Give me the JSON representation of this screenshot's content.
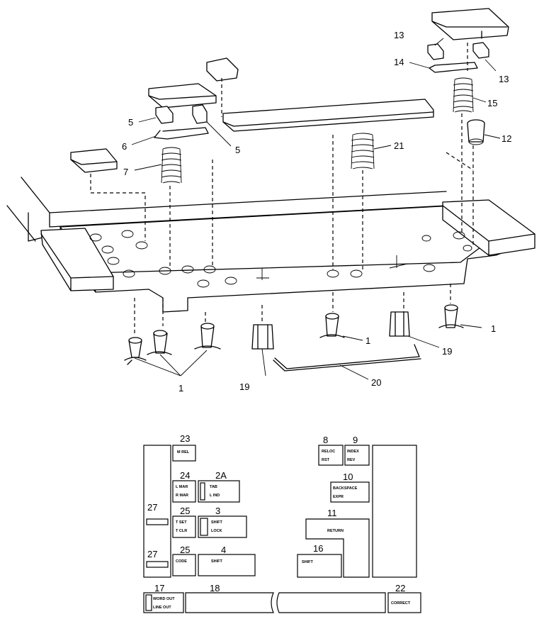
{
  "callouts": [
    {
      "id": "c13a",
      "text": "13"
    },
    {
      "id": "c13b",
      "text": "13"
    },
    {
      "id": "c14",
      "text": "14"
    },
    {
      "id": "c15",
      "text": "15"
    },
    {
      "id": "c12",
      "text": "12"
    },
    {
      "id": "c5a",
      "text": "5"
    },
    {
      "id": "c5b",
      "text": "5"
    },
    {
      "id": "c6",
      "text": "6"
    },
    {
      "id": "c7",
      "text": "7"
    },
    {
      "id": "c21",
      "text": "21"
    },
    {
      "id": "c1a",
      "text": "1"
    },
    {
      "id": "c1b",
      "text": "1"
    },
    {
      "id": "c1c",
      "text": "1"
    },
    {
      "id": "c19a",
      "text": "19"
    },
    {
      "id": "c19b",
      "text": "19"
    },
    {
      "id": "c20",
      "text": "20"
    }
  ],
  "key_legend": {
    "labels": [
      {
        "id": "k23",
        "text": "23"
      },
      {
        "id": "k24",
        "text": "24"
      },
      {
        "id": "k2a",
        "text": "2A"
      },
      {
        "id": "k27a",
        "text": "27"
      },
      {
        "id": "k25a",
        "text": "25"
      },
      {
        "id": "k3",
        "text": "3"
      },
      {
        "id": "k27b",
        "text": "27"
      },
      {
        "id": "k25b",
        "text": "25"
      },
      {
        "id": "k4",
        "text": "4"
      },
      {
        "id": "k8",
        "text": "8"
      },
      {
        "id": "k9",
        "text": "9"
      },
      {
        "id": "k10",
        "text": "10"
      },
      {
        "id": "k11",
        "text": "11"
      },
      {
        "id": "k16",
        "text": "16"
      },
      {
        "id": "k17",
        "text": "17"
      },
      {
        "id": "k18",
        "text": "18"
      },
      {
        "id": "k22",
        "text": "22"
      }
    ],
    "key_texts": {
      "m_rel": "M REL",
      "l_mar": "L MAR",
      "r_mar": "R MAR",
      "tab": "TAB",
      "l_ind": "L IND",
      "t_set": "T SET",
      "t_clr": "T CLR",
      "shift_lock_1": "SHIFT",
      "shift_lock_2": "LOCK",
      "code": "CODE",
      "shift_left": "SHIFT",
      "reloc": "RELOC",
      "rst": "RST",
      "index": "INDEX",
      "rev": "REV",
      "backspace": "BACKSPACE",
      "expr": "EXPR",
      "return": "RETURN",
      "shift_right": "SHIFT",
      "word_out": "WORD OUT",
      "line_out": "LINE OUT",
      "correct": "CORRECT"
    }
  }
}
